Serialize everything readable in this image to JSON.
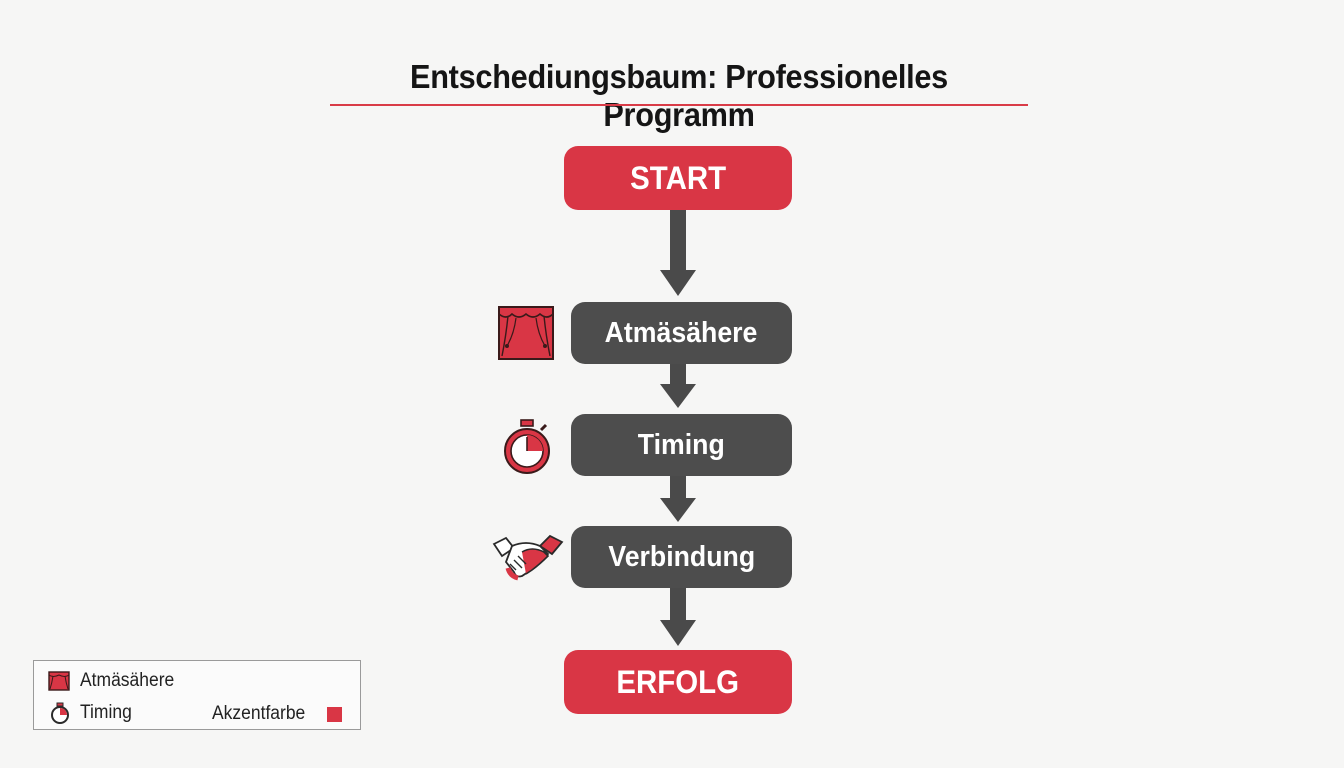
{
  "title": "Entschediungsbaum: Professionelles Programm",
  "colors": {
    "accent": "#d93645",
    "node_gray": "#4d4d4d",
    "arrow": "#4a4a4a"
  },
  "nodes": {
    "start": "START",
    "step1": {
      "label": "Atmäsähere",
      "icon": "theater-curtain-icon"
    },
    "step2": {
      "label": "Timing",
      "icon": "stopwatch-icon"
    },
    "step3": {
      "label": "Verbindung",
      "icon": "handshake-icon"
    },
    "end": "ERFOLG"
  },
  "legend": {
    "item1": "Atmäsähere",
    "item2": "Timing",
    "item3": "Akzentfarbe"
  }
}
